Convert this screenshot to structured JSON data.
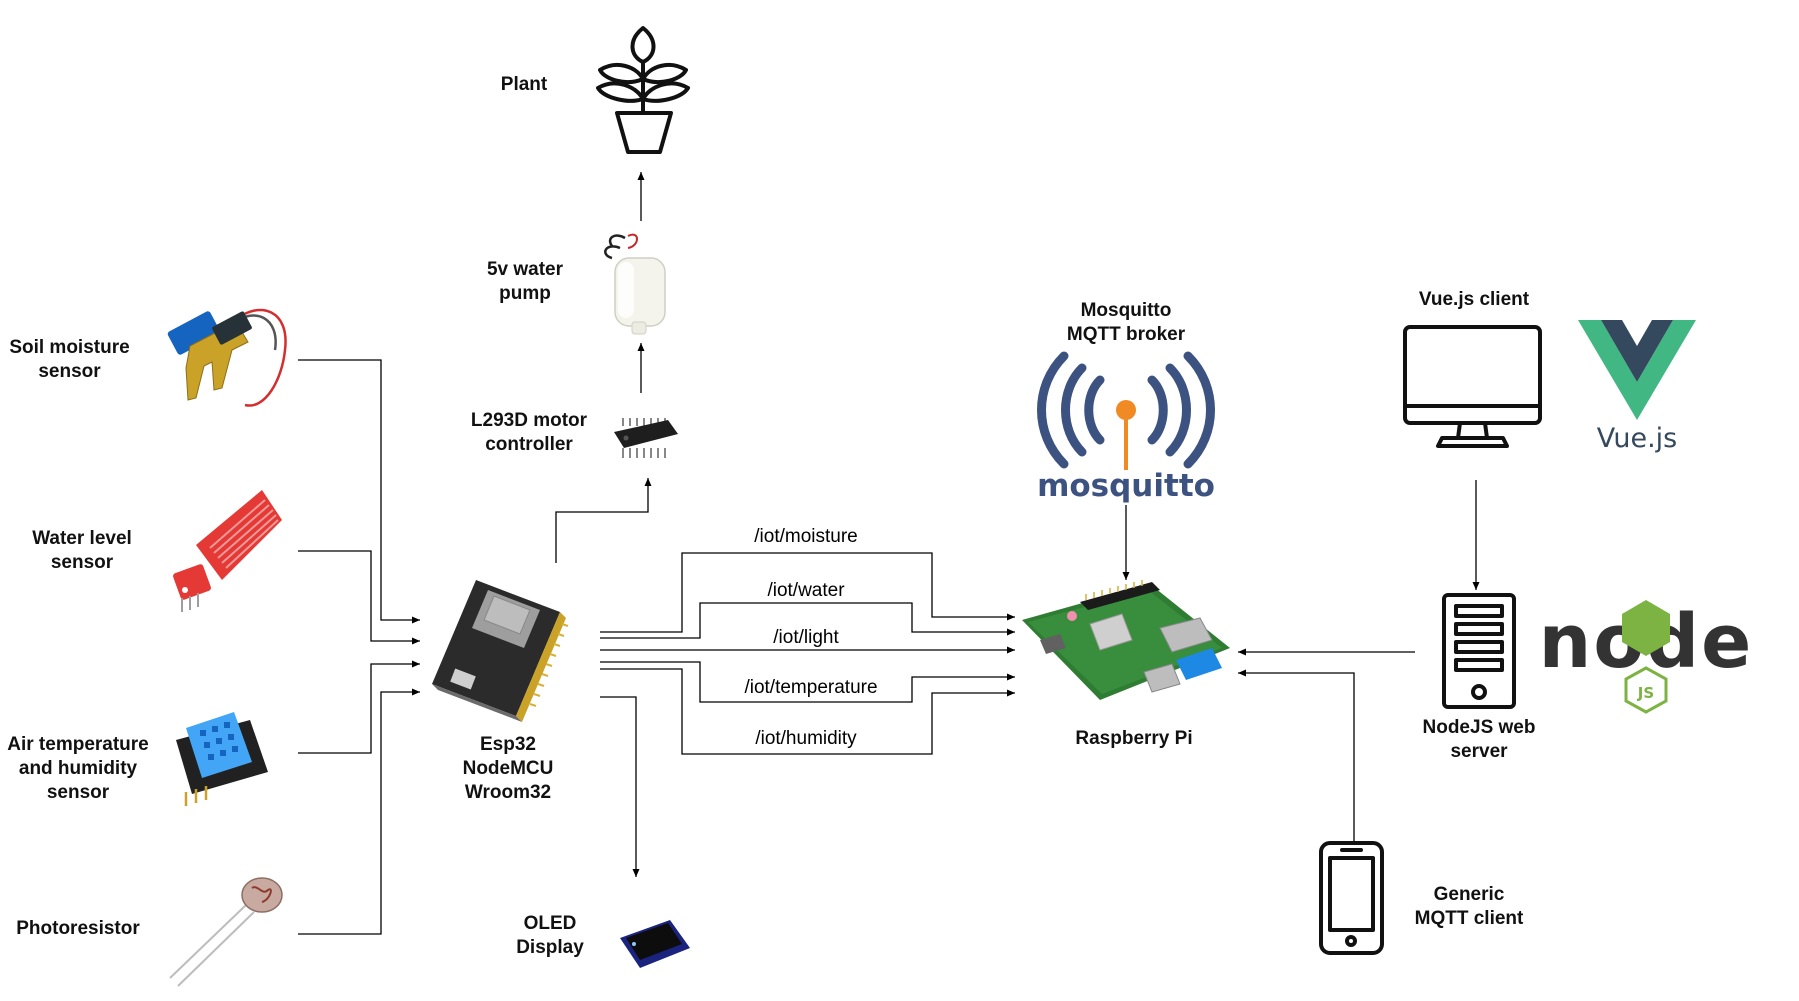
{
  "components": {
    "plant": "Plant",
    "pump": [
      "5v water",
      "pump"
    ],
    "motor": [
      "L293D motor",
      "controller"
    ],
    "soil": [
      "Soil moisture",
      "sensor"
    ],
    "water_level": [
      "Water level",
      "sensor"
    ],
    "air": [
      "Air temperature",
      "and humidity",
      "sensor"
    ],
    "photo": [
      "Photoresistor"
    ],
    "esp": [
      "Esp32",
      "NodeMCU",
      "Wroom32"
    ],
    "oled": [
      "OLED",
      "Display"
    ],
    "mosquitto": [
      "Mosquitto",
      "MQTT broker"
    ],
    "rpi": [
      "Raspberry Pi"
    ],
    "vue_client": [
      "Vue.js client"
    ],
    "node_server": [
      "NodeJS web",
      "server"
    ],
    "generic": [
      "Generic",
      "MQTT client"
    ]
  },
  "topics": [
    "/iot/moisture",
    "/iot/water",
    "/iot/light",
    "/iot/temperature",
    "/iot/humidity"
  ],
  "logos": {
    "mosquitto_text": "mosquitto",
    "vue_text": "Vue.js",
    "node_text": "node",
    "js_text": "JS"
  },
  "colors": {
    "line": "#000000",
    "vue_green": "#41b883",
    "vue_dark": "#35495e",
    "mosquitto_navy": "#3c5280",
    "mosquitto_orange": "#f08a24",
    "node_green": "#7cb342",
    "sensor_red": "#e53935",
    "dht_blue": "#3fa7e0",
    "pcb_green": "#2e7d32"
  },
  "icons": [
    "plant-icon",
    "pump-icon",
    "chip-icon",
    "soil-sensor-icon",
    "water-sensor-icon",
    "dht-sensor-icon",
    "photoresistor-icon",
    "esp32-icon",
    "oled-icon",
    "mosquitto-logo",
    "raspberry-pi-icon",
    "monitor-icon",
    "vue-logo",
    "server-icon",
    "node-logo",
    "phone-icon"
  ]
}
